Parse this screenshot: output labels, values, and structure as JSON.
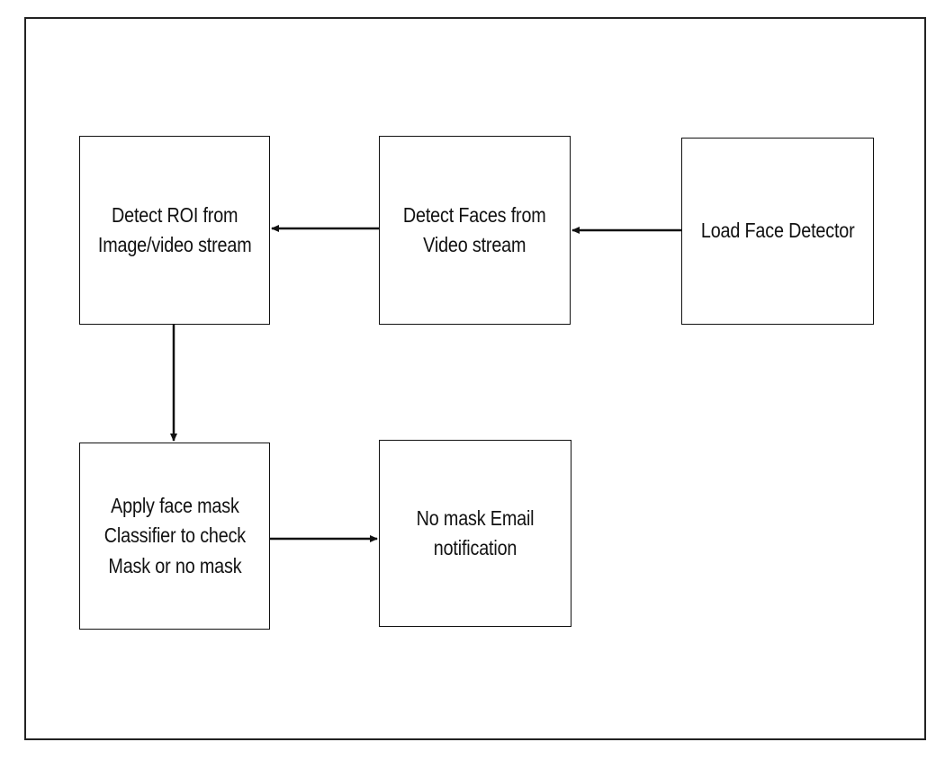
{
  "diagram": {
    "nodes": [
      {
        "id": "load_face_detector",
        "label": "Load Face Detector"
      },
      {
        "id": "detect_faces",
        "label": "Detect Faces from\nVideo stream"
      },
      {
        "id": "detect_roi",
        "label": "Detect ROI from\nImage/video stream"
      },
      {
        "id": "apply_classifier",
        "label": "Apply face mask\nClassifier to check\nMask or no mask"
      },
      {
        "id": "email_notification",
        "label": "No mask Email\nnotification"
      }
    ],
    "edges": [
      {
        "from": "load_face_detector",
        "to": "detect_faces"
      },
      {
        "from": "detect_faces",
        "to": "detect_roi"
      },
      {
        "from": "detect_roi",
        "to": "apply_classifier"
      },
      {
        "from": "apply_classifier",
        "to": "email_notification"
      }
    ],
    "colors": {
      "stroke": "#111111",
      "text": "#111111",
      "background": "#ffffff"
    }
  }
}
